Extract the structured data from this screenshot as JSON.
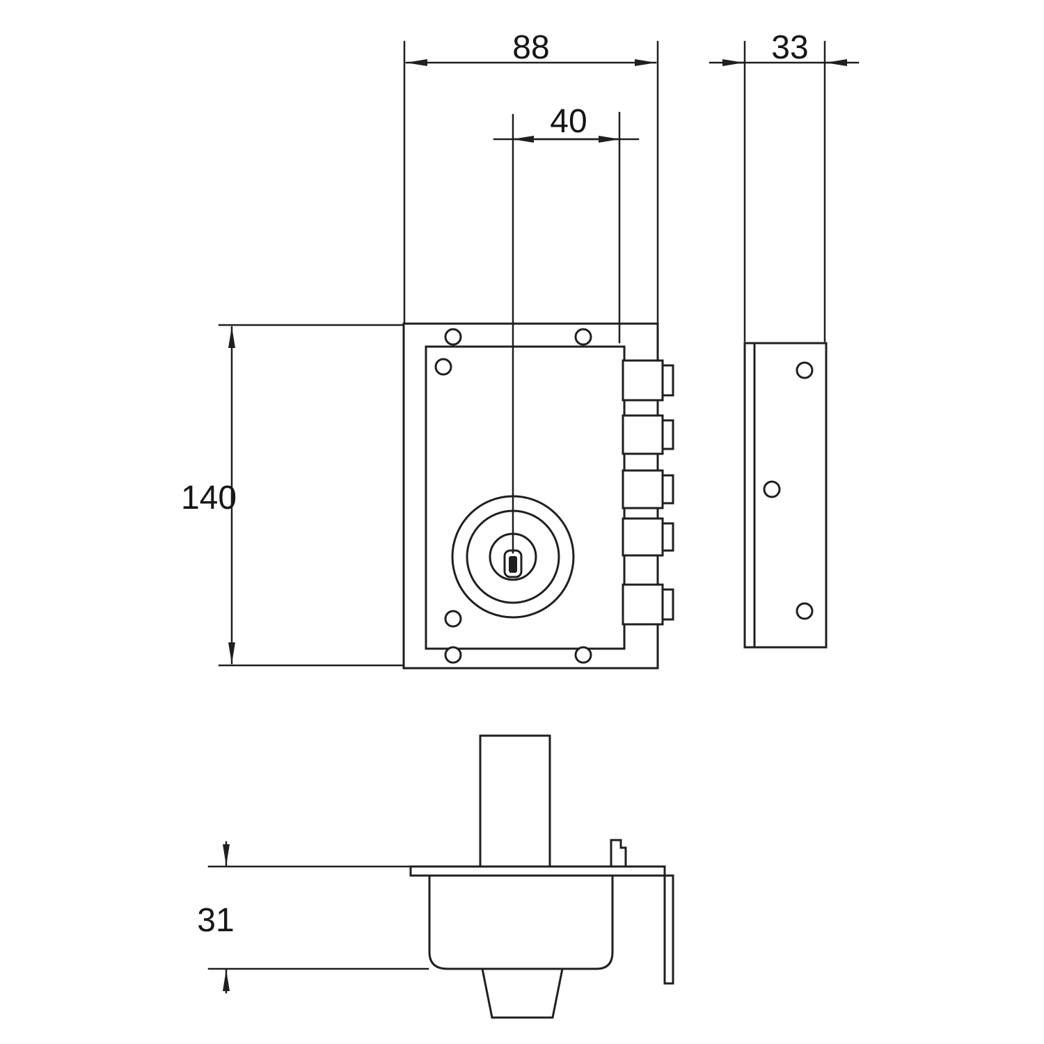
{
  "drawing": {
    "type": "technical-drawing",
    "subject": "rim-lock-with-strike-plate",
    "views": [
      "front-view",
      "strike-plate-side-view",
      "bottom-view"
    ]
  },
  "dimensions": {
    "body_width": "88",
    "cylinder_offset": "40",
    "strike_plate_width": "33",
    "body_height": "140",
    "bolt_case_depth": "31"
  },
  "colors": {
    "line_color": "#1f1f1f",
    "background": "#ffffff"
  }
}
